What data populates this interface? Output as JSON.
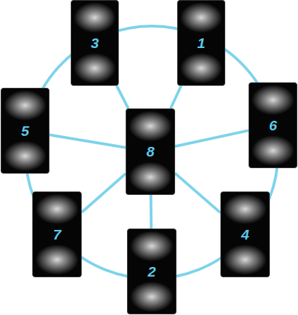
{
  "diagram": {
    "nodes": [
      {
        "text": [
          "3"
        ]
      },
      {
        "text": [
          "1"
        ]
      },
      {
        "text": [
          "5"
        ]
      },
      {
        "text": [
          "6"
        ]
      },
      {
        "text": [
          "8"
        ]
      },
      {
        "text": [
          "7"
        ]
      },
      {
        "text": [
          "4"
        ]
      },
      {
        "text": [
          "2"
        ]
      }
    ],
    "edges": [
      {
        "from": 4,
        "to": 0,
        "arrow": "none"
      },
      {
        "from": 4,
        "to": 1,
        "arrow": "none"
      },
      {
        "from": 4,
        "to": 2,
        "arrow": "none"
      },
      {
        "from": 4,
        "to": 3,
        "arrow": "none"
      },
      {
        "from": 4,
        "to": 5,
        "arrow": "none"
      },
      {
        "from": 4,
        "to": 6,
        "arrow": "none"
      },
      {
        "from": 4,
        "to": 7,
        "arrow": "none"
      }
    ]
  }
}
